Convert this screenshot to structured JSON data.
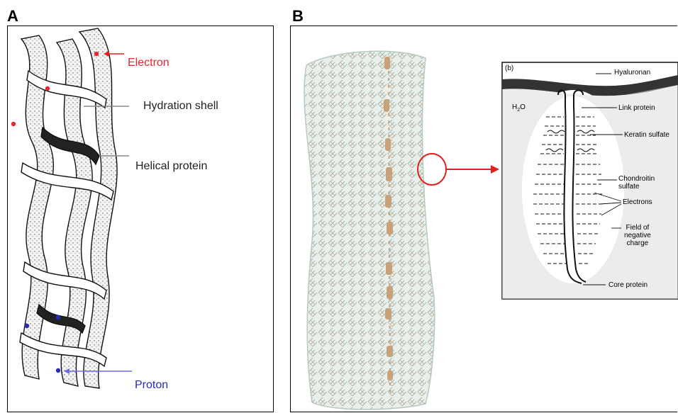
{
  "panels": {
    "a": {
      "letter": "A",
      "labels": {
        "electron": "Electron",
        "hydration_shell": "Hydration shell",
        "helical_protein": "Helical protein",
        "proton": "Proton"
      }
    },
    "b": {
      "letter": "B",
      "inset": {
        "tag": "(b)",
        "hyaluronan": "Hyaluronan",
        "h2o_main": "H",
        "h2o_sub": "2",
        "h2o_end": "O",
        "link_protein": "Link protein",
        "keratin_sulfate": "Keratin sulfate",
        "chondroitin_1": "Chondroitin",
        "chondroitin_2": "sulfate",
        "electrons": "Electrons",
        "field_1": "Field of",
        "field_2": "negative",
        "field_3": "charge",
        "core_protein": "Core protein"
      }
    }
  },
  "colors": {
    "electron": "#e8262b",
    "proton": "#2a2ab8",
    "pointer_red": "#e02020",
    "pointer_blue": "#6a6af0",
    "callout_gray": "#888888",
    "aggregate_green": "#b9cfc7",
    "aggregate_tan": "#c8a27a"
  }
}
